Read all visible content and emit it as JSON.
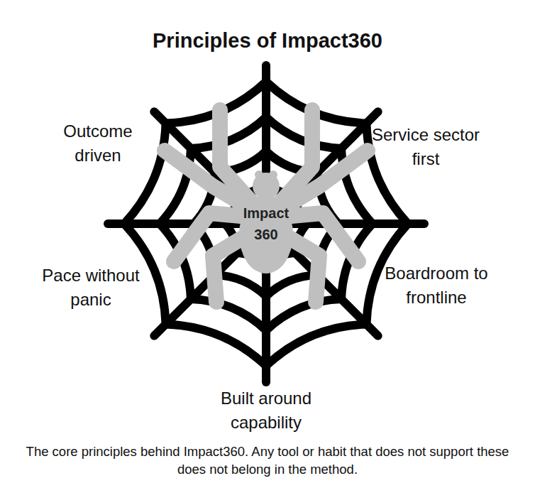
{
  "diagram": {
    "title": "Principles of Impact360",
    "caption": "The core principles behind Impact360. Any tool or habit that does not support these does not belong in the method.",
    "nodes": [
      {
        "text": [
          "Impact 360"
        ]
      }
    ],
    "labels": [
      "Outcome driven",
      "Service sector first",
      "Pace without panic",
      "Boardroom to frontline",
      "Built around capability"
    ]
  }
}
